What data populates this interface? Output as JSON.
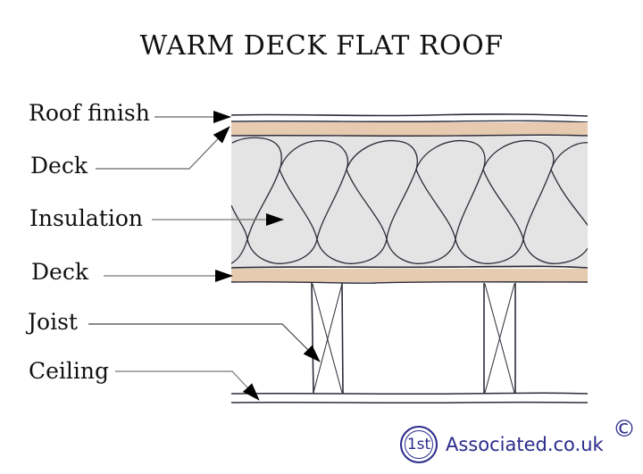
{
  "title": "WARM DECK FLAT ROOF",
  "labels": {
    "roof_finish": "Roof finish",
    "deck_upper": "Deck",
    "insulation": "Insulation",
    "deck_lower": "Deck",
    "joist": "Joist",
    "ceiling": "Ceiling"
  },
  "colors": {
    "deck": "#e6cbb0",
    "insulation": "#e4e4e4",
    "line": "#2b2b38",
    "leader": "#555555",
    "brand": "#2a2a8c"
  },
  "logo": {
    "badge": "1st",
    "text": "Associated.co.uk",
    "copyright": "©"
  }
}
